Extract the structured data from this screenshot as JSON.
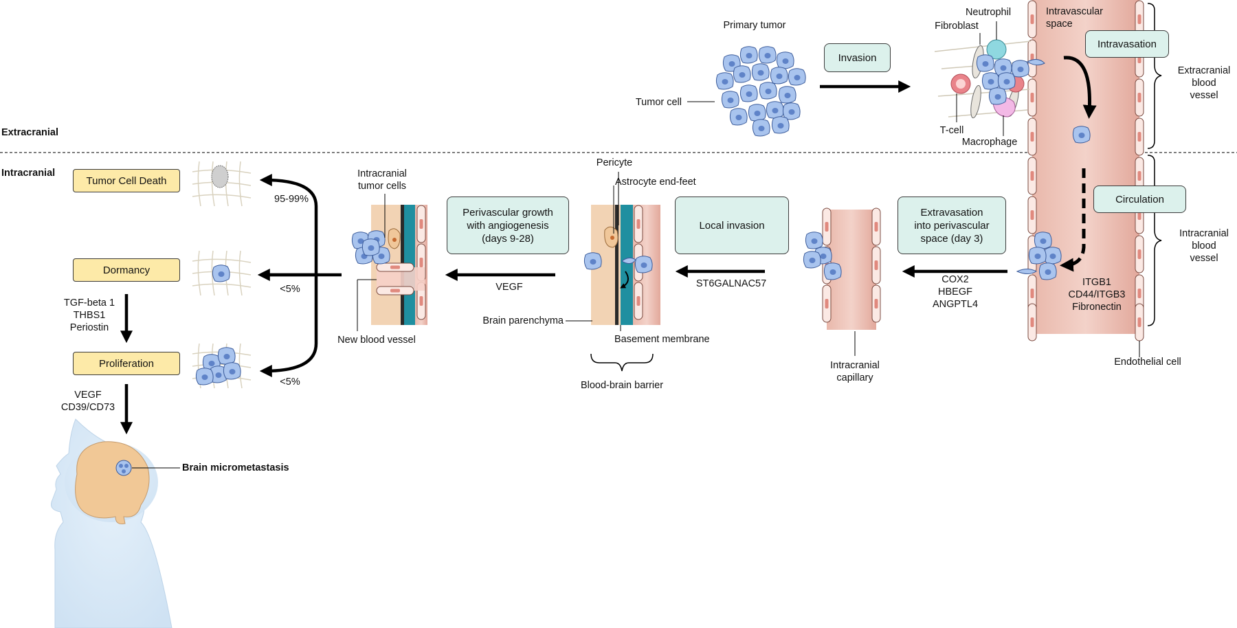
{
  "regions": {
    "extracranial": "Extracranial",
    "intracranial": "Intracranial"
  },
  "steps": {
    "invasion": "Invasion",
    "intravasation": "Intravasation",
    "circulation": "Circulation",
    "extravasation": "Extravasation\ninto perivascular\nspace (day 3)",
    "local_invasion": "Local invasion",
    "perivascular_growth": "Perivascular growth\nwith angiogenesis\n(days 9-28)"
  },
  "fates": {
    "death": "Tumor Cell Death",
    "dormancy": "Dormancy",
    "proliferation": "Proliferation"
  },
  "labels": {
    "primary_tumor": "Primary tumor",
    "tumor_cell": "Tumor cell",
    "neutrophil": "Neutrophil",
    "fibroblast": "Fibroblast",
    "t_cell": "T-cell",
    "macrophage": "Macrophage",
    "intravascular_space": "Intravascular\nspace",
    "extracranial_vessel": "Extracranial\nblood vessel",
    "intracranial_vessel": "Intracranial\nblood vessel",
    "endothelial_cell": "Endothelial cell",
    "intracranial_capillary": "Intracranial\ncapillary",
    "pericyte": "Pericyte",
    "astrocyte": "Astrocyte end-feet",
    "brain_parenchyma": "Brain parenchyma",
    "basement_membrane": "Basement membrane",
    "bbb": "Blood-brain barrier",
    "intracranial_tumor_cells": "Intracranial\ntumor cells",
    "new_vessel": "New blood vessel",
    "micrometastasis": "Brain micrometastasis"
  },
  "molecules": {
    "extravasation": "ITGB1\nCD44/ITGB3\nFibronectin",
    "cox": "COX2\nHBEGF\nANGPTL4",
    "st6": "ST6GALNAC57",
    "vegf": "VEGF",
    "dormancy_to_prolif": "TGF-beta 1\nTHBS1\nPeriostin",
    "prolif_to_micro": "VEGF\nCD39/CD73"
  },
  "percentages": {
    "death": "95-99%",
    "dormancy": "<5%",
    "proliferation": "<5%"
  },
  "colors": {
    "vessel": "#e8b9ae",
    "vessel_dark": "#d98f84",
    "cell_fill": "#a9c4ee",
    "cell_stroke": "#3b5b9a",
    "teal_box": "#dcf1ec",
    "yellow_box": "#fdeaa8",
    "basement": "#1f8fa0",
    "parenchyma": "#f2d3b4"
  }
}
